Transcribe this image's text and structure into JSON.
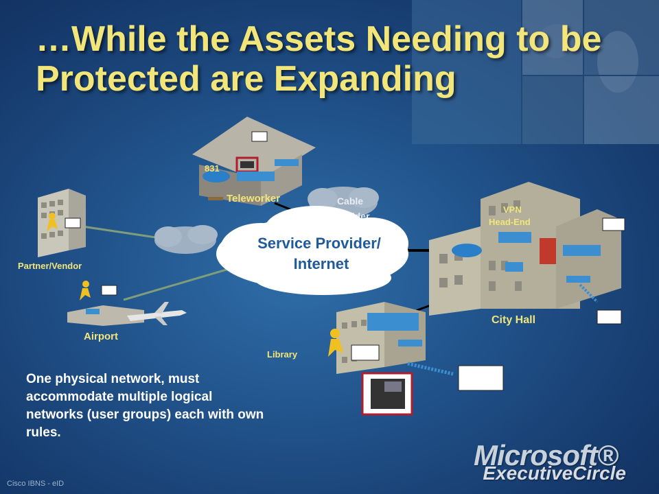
{
  "title": "…While the Assets Needing to be Protected are Expanding",
  "cloud_main": {
    "line1": "Service Provider/",
    "line2": "Internet"
  },
  "cloud_cable": {
    "line1": "Cable",
    "line2": "Provider"
  },
  "nodes": {
    "teleworker": "Teleworker",
    "router_model": "831",
    "partner": "Partner/Vendor",
    "airport": "Airport",
    "library": "Library",
    "city_hall": "City Hall",
    "vpn": {
      "line1": "VPN",
      "line2": "Head-End"
    }
  },
  "caption": "One physical network, must accommodate multiple logical networks (user groups) each with own rules.",
  "footer": "Cisco IBNS - eID",
  "logo": {
    "top": "Microsoft®",
    "bottom": "ExecutiveCircle"
  },
  "colors": {
    "title": "#f2e67a",
    "label": "#f2e67a",
    "cloud_text": "#1f5a9a",
    "router": "#2a7fc8"
  }
}
